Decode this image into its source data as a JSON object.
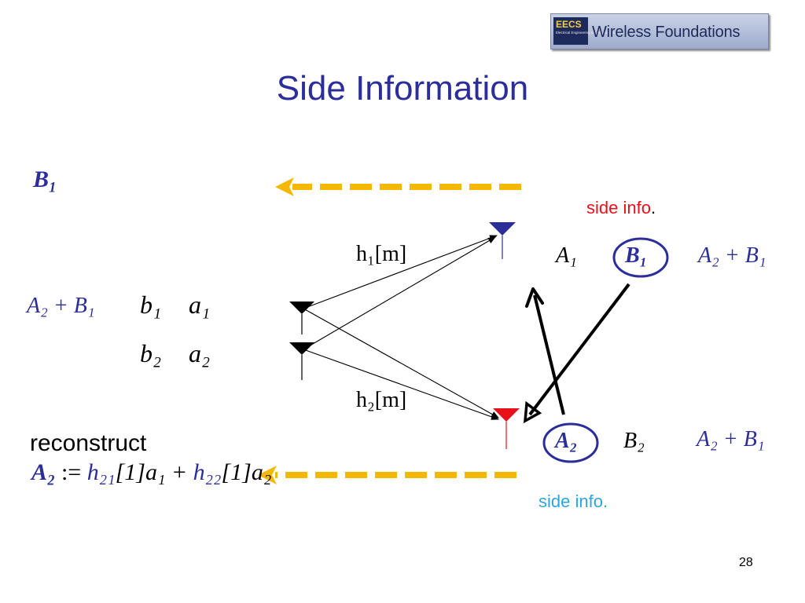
{
  "logo": {
    "badge": "EECS",
    "badge_subtitle": "Electrical Engineering & Computer Sciences",
    "text": "Wireless Foundations"
  },
  "title": "Side Information",
  "page_number": "28",
  "left": {
    "b1_label": "B₁",
    "sum_label": "A₂ + B₁",
    "row1": [
      "b₁",
      "a₁"
    ],
    "row2": [
      "b₂",
      "a₂"
    ],
    "reconstruct_label": "reconstruct",
    "formula": {
      "lhs": "A₂",
      "assign": ":=",
      "term1_coef": "h₂₁",
      "term1_rest": "[1]a₁ +",
      "term2_coef": "h₂₂",
      "term2_rest": "[1]a₂"
    }
  },
  "channels": {
    "h1": "h₁[m]",
    "h2": "h₂[m]"
  },
  "rx1": {
    "side_info": "side info",
    "side_info_period": ".",
    "a1": "A₁",
    "b1": "B₁",
    "sum": "A₂ + B₁"
  },
  "rx2": {
    "a2": "A₂",
    "b2": "B₂",
    "sum": "A₂ + B₁",
    "side_info": "side info."
  },
  "colors": {
    "title": "#2b2d9a",
    "math_blue": "#2b2d9a",
    "side_info_red": "#e8101a",
    "side_info_cyan": "#2aa6e0",
    "arrow_yellow": "#f5b800",
    "rx1_antenna": "#2b2d9a",
    "rx2_antenna": "#e8101a"
  }
}
